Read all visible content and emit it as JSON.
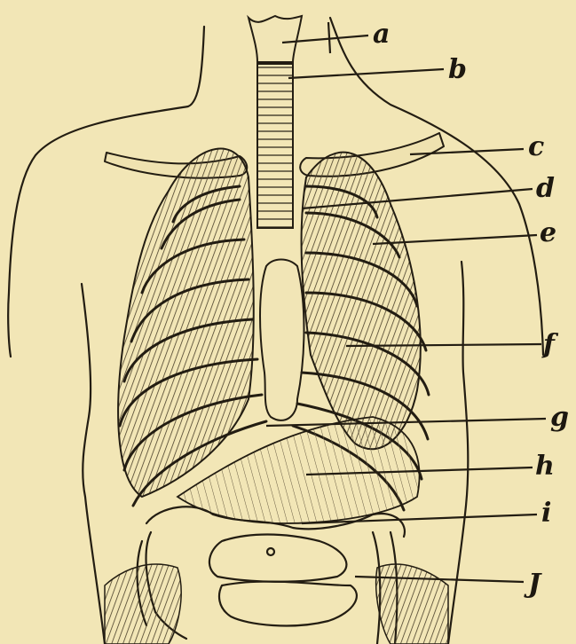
{
  "figure": {
    "labels": [
      {
        "id": "a",
        "text": "a"
      },
      {
        "id": "b",
        "text": "b"
      },
      {
        "id": "c",
        "text": "c"
      },
      {
        "id": "d",
        "text": "d"
      },
      {
        "id": "e",
        "text": "e"
      },
      {
        "id": "f",
        "text": "f"
      },
      {
        "id": "g",
        "text": "g"
      },
      {
        "id": "h",
        "text": "h"
      },
      {
        "id": "i",
        "text": "i"
      },
      {
        "id": "j",
        "text": "J"
      }
    ],
    "colors": {
      "paper": "#f2e6b6",
      "ink": "#231d12",
      "shade": "#6b5f45"
    }
  }
}
